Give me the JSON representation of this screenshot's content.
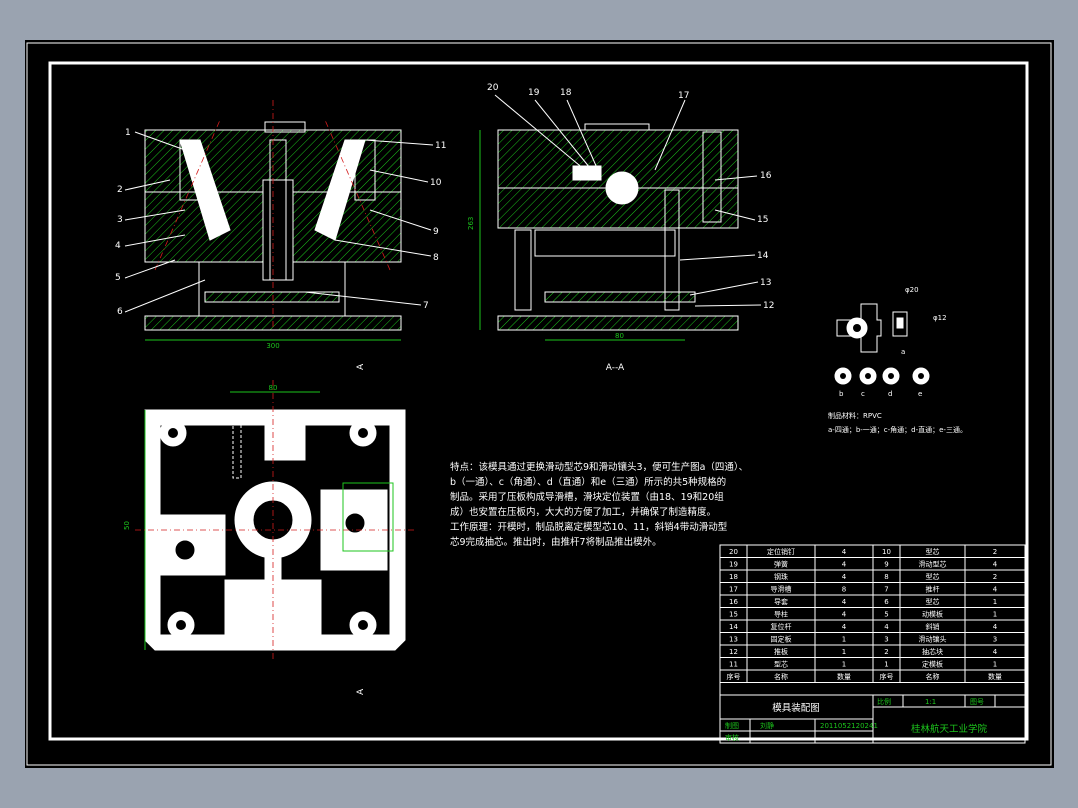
{
  "front_view": {
    "callouts_left": [
      "1",
      "2",
      "3",
      "4",
      "5",
      "6"
    ],
    "callouts_right": [
      "11",
      "10",
      "9",
      "8",
      "7"
    ],
    "width_dim": "300"
  },
  "section_view": {
    "title": "A--A",
    "callouts_top": [
      "20",
      "19",
      "18",
      "17"
    ],
    "callouts_right": [
      "16",
      "15",
      "14",
      "13",
      "12"
    ],
    "height_dim": "263",
    "width_dim": "80"
  },
  "top_view": {
    "section_mark_top": "A",
    "section_mark_bottom": "A",
    "width_dim": "80",
    "height_dim": "50"
  },
  "product": {
    "label_a": "a",
    "labels": [
      "b",
      "c",
      "d",
      "e"
    ],
    "dims": [
      "φ20",
      "φ12"
    ],
    "material": "制品材料：RPVC",
    "types": "a-四通；b-一通；c-角通；d-直通；e-三通。"
  },
  "notes": [
    "特点：该模具通过更换滑动型芯9和滑动镶头3，便可生产图a（四通）、",
    "b（一通）、c（角通）、d（直通）和e（三通）所示的共5种规格的",
    "制品。采用了压板构成导滑槽，滑块定位装置（由18、19和20组",
    "成）也安置在压板内，大大的方便了加工，并确保了制造精度。",
    "工作原理：开模时，制品脱离定模型芯10、11，斜销4带动滑动型",
    "芯9完成抽芯。推出时，由推杆7将制品推出模外。"
  ],
  "bom": {
    "rows": [
      [
        "20",
        "定位销钉",
        "4",
        "10",
        "型芯",
        "2"
      ],
      [
        "19",
        "弹簧",
        "4",
        "9",
        "滑动型芯",
        "4"
      ],
      [
        "18",
        "钢珠",
        "4",
        "8",
        "型芯",
        "2"
      ],
      [
        "17",
        "导滑槽",
        "8",
        "7",
        "推杆",
        "4"
      ],
      [
        "16",
        "导套",
        "4",
        "6",
        "型芯",
        "1"
      ],
      [
        "15",
        "导柱",
        "4",
        "5",
        "动模板",
        "1"
      ],
      [
        "14",
        "复位杆",
        "4",
        "4",
        "斜销",
        "4"
      ],
      [
        "13",
        "固定板",
        "1",
        "3",
        "滑动镶头",
        "3"
      ],
      [
        "12",
        "推板",
        "1",
        "2",
        "抽芯块",
        "4"
      ],
      [
        "11",
        "型芯",
        "1",
        "1",
        "定模板",
        "1"
      ]
    ],
    "header": [
      "序号",
      "名称",
      "数量",
      "序号",
      "名称",
      "数量"
    ]
  },
  "title_block": {
    "title": "模具装配图",
    "school": "桂林航天工业学院",
    "student_id": "2011052120241",
    "row1_a": "制图",
    "row1_b": "刘静",
    "row2_a": "审核",
    "ratio_label": "比例",
    "ratio": "1:1",
    "sheet_label": "图号"
  }
}
